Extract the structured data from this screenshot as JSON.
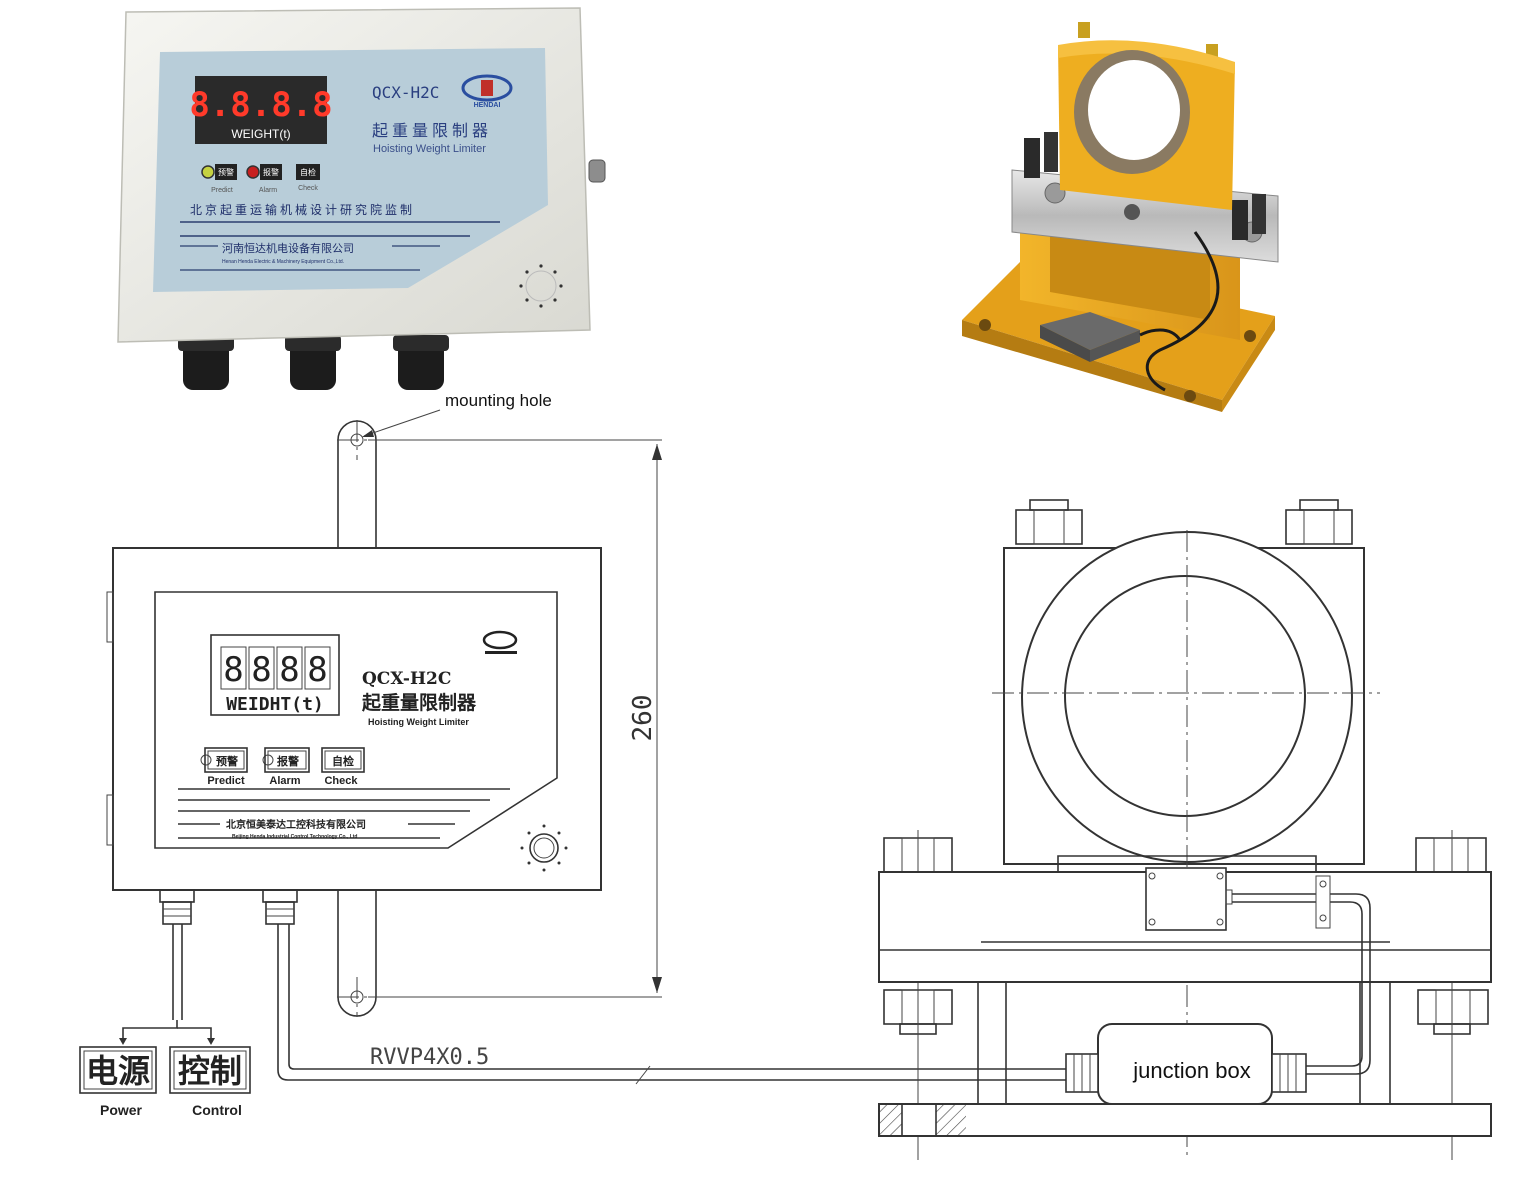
{
  "photo_controller": {
    "display": "8.8.8.8",
    "display_label": "WEIGHT(t)",
    "model": "QCX-H2C",
    "brand": "HENDAI",
    "title_cn": "起重量限制器",
    "title_en": "Hoisting  Weight  Limiter",
    "buttons": [
      {
        "cn": "预警",
        "en": "Predict"
      },
      {
        "cn": "报警",
        "en": "Alarm"
      },
      {
        "cn": "自检",
        "en": "Check"
      }
    ],
    "supervisor": "北京起重运输机械设计研究院监制",
    "company_cn": "河南恒达机电设备有限公司",
    "company_en": "Henan Henda Electric & Machinery Equipment Co.,Ltd.",
    "colors": {
      "panel": "#b8cdd9",
      "housing": "#efefea",
      "display_bg": "#2a2a2a",
      "digits": "#ff3a2a"
    }
  },
  "photo_sensor": {
    "colors": {
      "bracket": "#e9a81c",
      "bearing": "#8a7a62",
      "load_cell": "#c9c9c9",
      "box": "#5a5a5a"
    }
  },
  "labels": {
    "mounting_hole": "mounting hole",
    "junction_box": "junction box",
    "cable": "RVVP4X0.5",
    "dimension": "260"
  },
  "drawing_controller": {
    "digits": [
      "8",
      "8",
      "8",
      "8"
    ],
    "display_label": "WEIDHT(t)",
    "model": "QCX-H2C",
    "title_cn": "起重量限制器",
    "title_en": "Hoisting Weight Limiter",
    "buttons": [
      {
        "cn": "预警",
        "en": "Predict"
      },
      {
        "cn": "报警",
        "en": "Alarm"
      },
      {
        "cn": "自检",
        "en": "Check"
      }
    ],
    "company_cn": "北京恒美泰达工控科技有限公司",
    "company_en": "Beijing Henda Industrial Control Technology Co., Ltd"
  },
  "outputs": [
    {
      "cn": "电源",
      "en": "Power"
    },
    {
      "cn": "控制",
      "en": "Control"
    }
  ]
}
